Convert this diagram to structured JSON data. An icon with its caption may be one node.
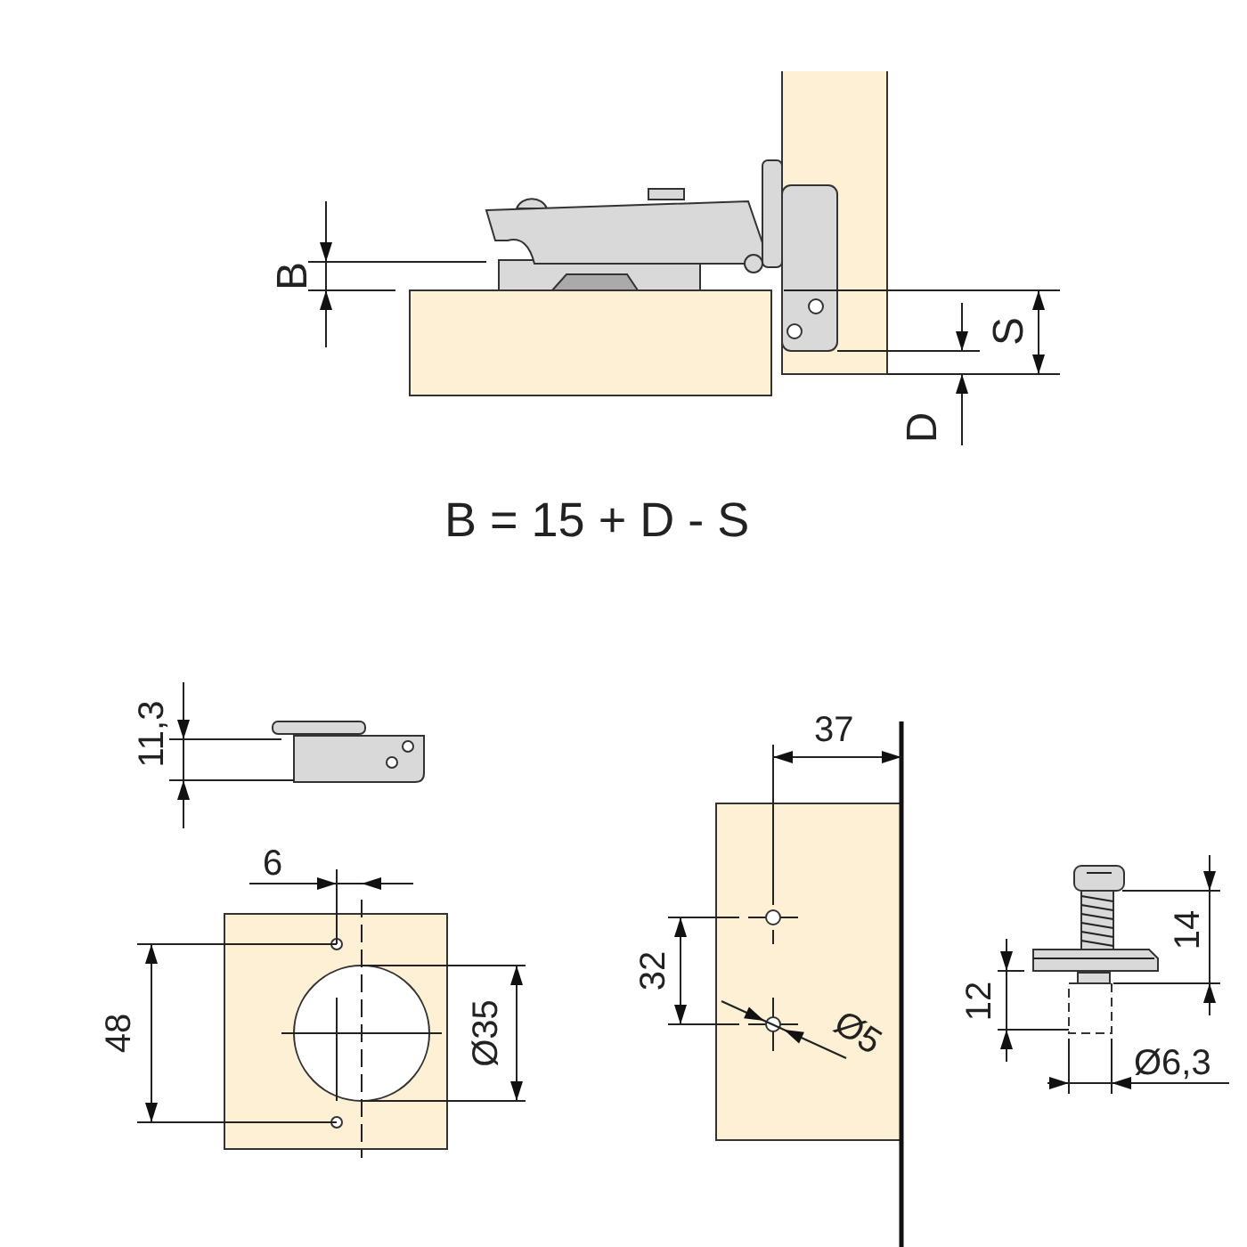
{
  "diagram": {
    "labels": [
      "B",
      "S",
      "D",
      "B = 15 + D - S",
      "11,3",
      "37",
      "6",
      "32",
      "14",
      "48",
      "Ø35",
      "Ø5",
      "12",
      "Ø6,3"
    ]
  }
}
